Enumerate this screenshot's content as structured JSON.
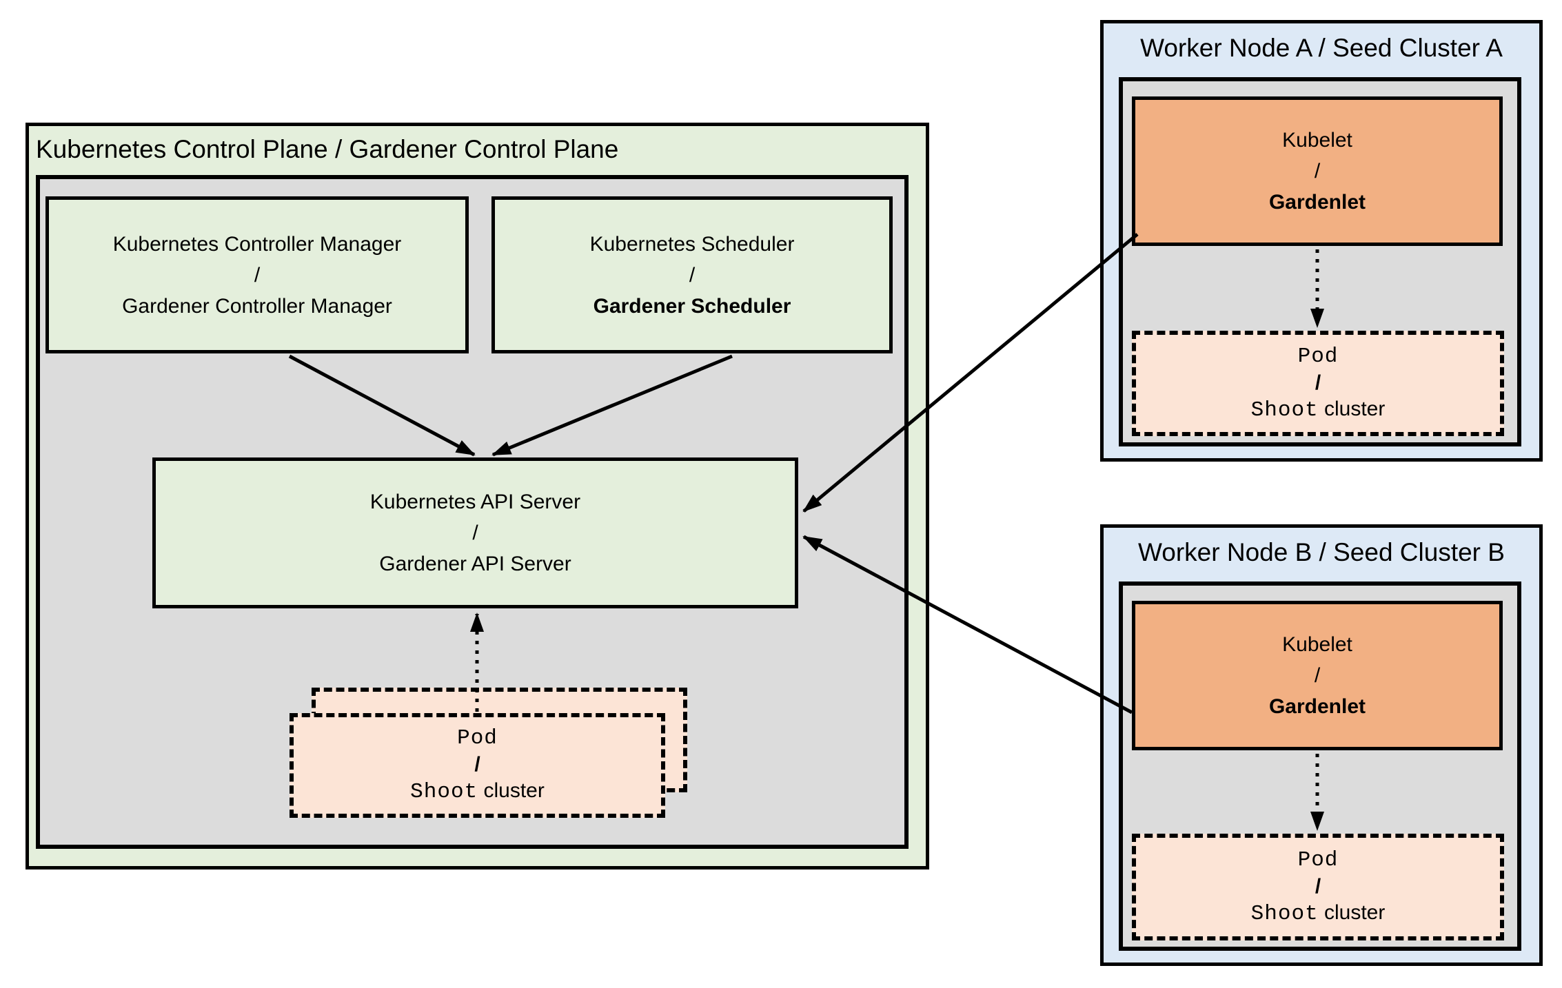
{
  "colors": {
    "box_green": "#e4efdc",
    "box_gray": "#dcdcdc",
    "box_blue": "#dde9f6",
    "box_orange": "#f2b083",
    "box_peach": "#fce4d6",
    "border": "#000000",
    "background": "#ffffff"
  },
  "control_plane": {
    "title": "Kubernetes Control Plane / Gardener Control Plane",
    "controller_manager": {
      "line1": "Kubernetes Controller Manager",
      "slash": "/",
      "line2": "Gardener Controller Manager"
    },
    "scheduler": {
      "line1": "Kubernetes Scheduler",
      "slash": "/",
      "line2": "Gardener Scheduler"
    },
    "api_server": {
      "line1": "Kubernetes API Server",
      "slash": "/",
      "line2": "Gardener API Server"
    },
    "pod": {
      "name": "Pod",
      "slash": "/",
      "shoot": "Shoot",
      "cluster": "cluster"
    }
  },
  "worker_a": {
    "title": "Worker Node A / Seed Cluster A",
    "kubelet": {
      "line1": "Kubelet",
      "slash": "/",
      "line2": "Gardenlet"
    },
    "pod": {
      "name": "Pod",
      "slash": "/",
      "shoot": "Shoot",
      "cluster": "cluster"
    }
  },
  "worker_b": {
    "title": "Worker Node B / Seed Cluster B",
    "kubelet": {
      "line1": "Kubelet",
      "slash": "/",
      "line2": "Gardenlet"
    },
    "pod": {
      "name": "Pod",
      "slash": "/",
      "shoot": "Shoot",
      "cluster": "cluster"
    }
  }
}
